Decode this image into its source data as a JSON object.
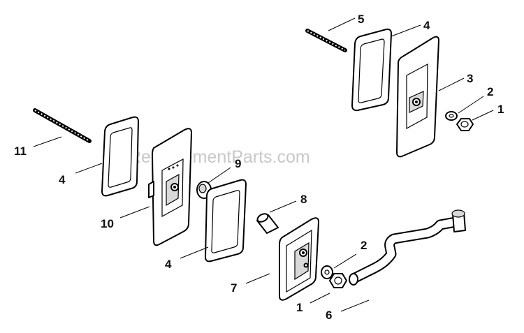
{
  "watermark": "eReplacementParts.com",
  "callouts": [
    "5",
    "4",
    "3",
    "2",
    "1",
    "11",
    "4",
    "9",
    "10",
    "8",
    "4",
    "2",
    "7",
    "1",
    "6"
  ]
}
